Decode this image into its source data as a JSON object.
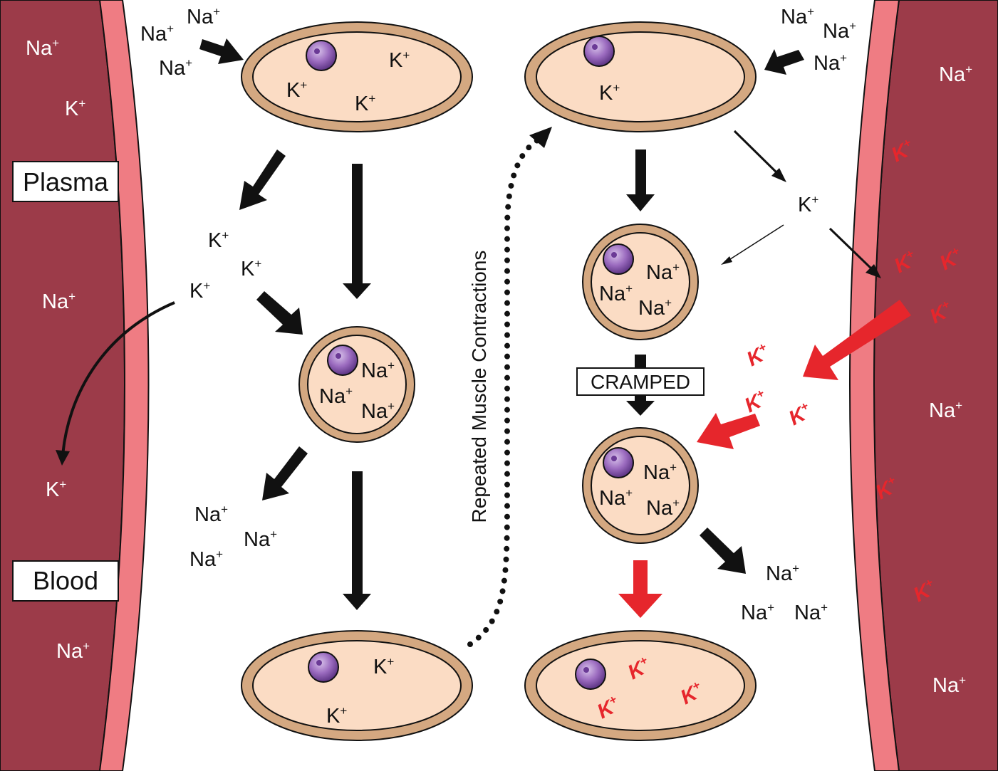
{
  "labels": {
    "plasma": "Plasma",
    "blood": "Blood",
    "repeated": "Repeated Muscle Contractions",
    "cramped": "CRAMPED"
  },
  "ions": {
    "na": "Na",
    "k": "K",
    "charge": "+"
  },
  "colors": {
    "vessel": "#9c3b49",
    "vessel_wall": "#ef7c83",
    "cell_fill": "#fbdcc4",
    "cell_ring": "#d4a881",
    "nucleus": "#9b6bbf",
    "alert": "#e6262c"
  }
}
